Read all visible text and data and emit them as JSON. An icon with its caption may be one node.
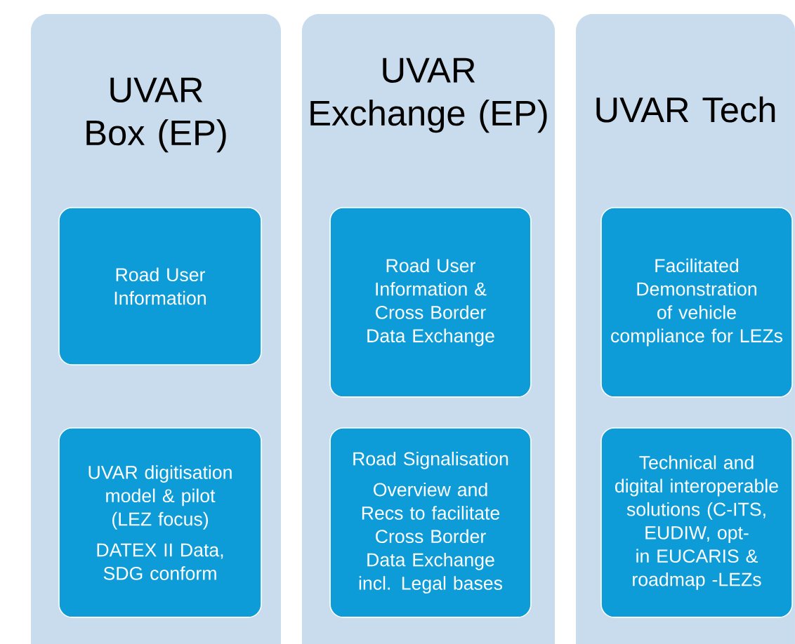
{
  "diagram": {
    "nodes": [
      {
        "text": [
          "UVAR Box (EP)"
        ]
      },
      {
        "text": [
          "Road User Information"
        ],
        "in": 0
      },
      {
        "text": [
          "UVAR digitisation model & pilot (LEZ focus)",
          "DATEX II Data, SDG conform"
        ],
        "in": 0
      },
      {
        "text": [
          "UVAR Exchange (EP)"
        ]
      },
      {
        "text": [
          "Road User Information & Cross Border Data Exchange"
        ],
        "in": 3
      },
      {
        "text": [
          "Road Signalisation",
          "Overview and Recs to facilitate Cross Border Data Exchange incl. Legal bases"
        ],
        "in": 3
      },
      {
        "text": [
          "UVAR Tech"
        ]
      },
      {
        "text": [
          "Facilitated Demonstration of vehicle compliance for LEZs"
        ],
        "in": 6
      },
      {
        "text": [
          "Technical and digital interoperable solutions (C-ITS, EUDIW, opt-in EUCARIS & roadmap -LEZs"
        ],
        "in": 6
      }
    ]
  }
}
